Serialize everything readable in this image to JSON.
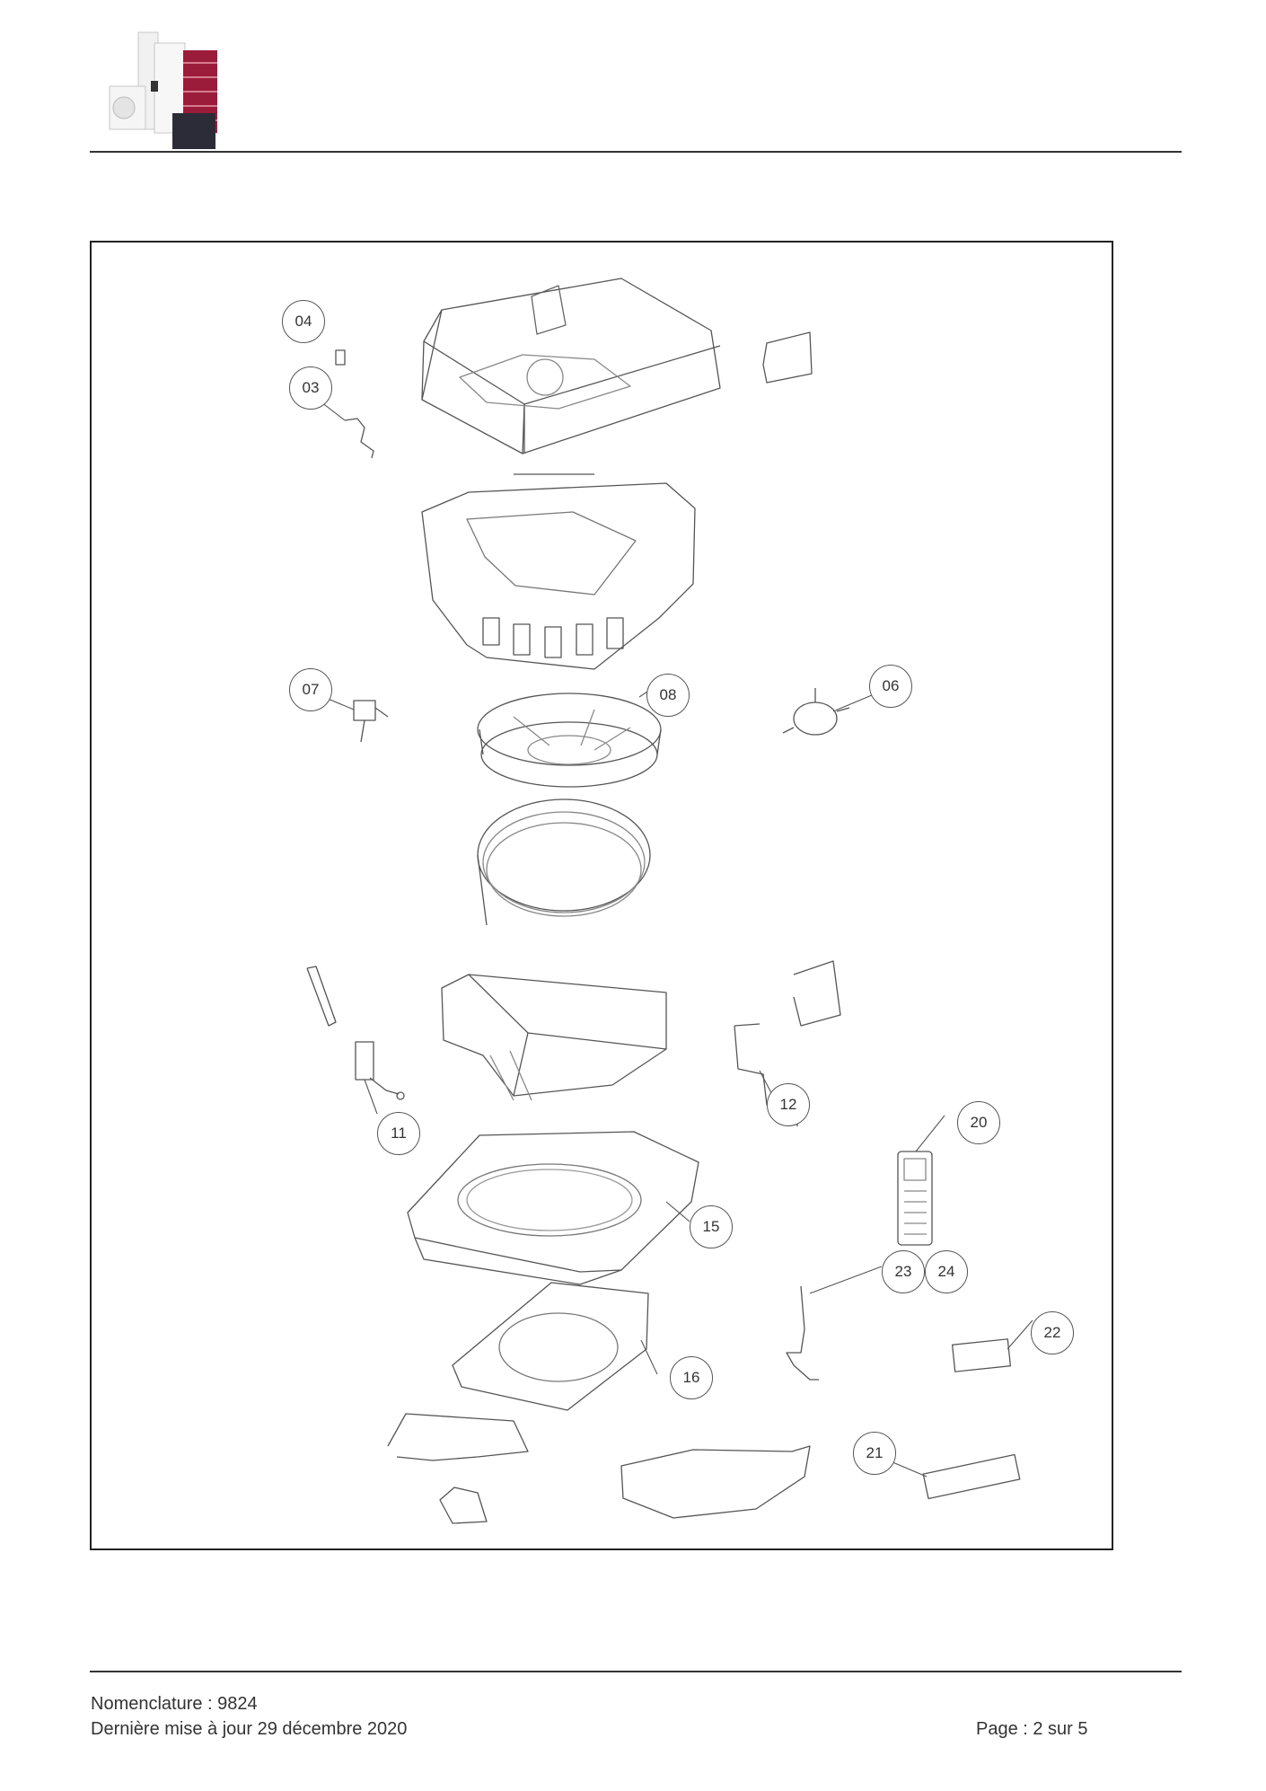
{
  "callouts": [
    {
      "id": "c04",
      "label": "04"
    },
    {
      "id": "c03",
      "label": "03"
    },
    {
      "id": "c07",
      "label": "07"
    },
    {
      "id": "c08",
      "label": "08"
    },
    {
      "id": "c06",
      "label": "06"
    },
    {
      "id": "c12",
      "label": "12"
    },
    {
      "id": "c11",
      "label": "11"
    },
    {
      "id": "c20",
      "label": "20"
    },
    {
      "id": "c15",
      "label": "15"
    },
    {
      "id": "c23",
      "label": "23"
    },
    {
      "id": "c24",
      "label": "24"
    },
    {
      "id": "c22",
      "label": "22"
    },
    {
      "id": "c16",
      "label": "16"
    },
    {
      "id": "c21",
      "label": "21"
    }
  ],
  "footer": {
    "nomenclature": "Nomenclature : 9824",
    "last_update": "Dernière mise à jour 29 décembre 2020",
    "page": "Page : 2 sur 5"
  },
  "colors": {
    "accent_red": "#9b1c3a",
    "line": "#333333",
    "panel_dark": "#2c2c38"
  }
}
